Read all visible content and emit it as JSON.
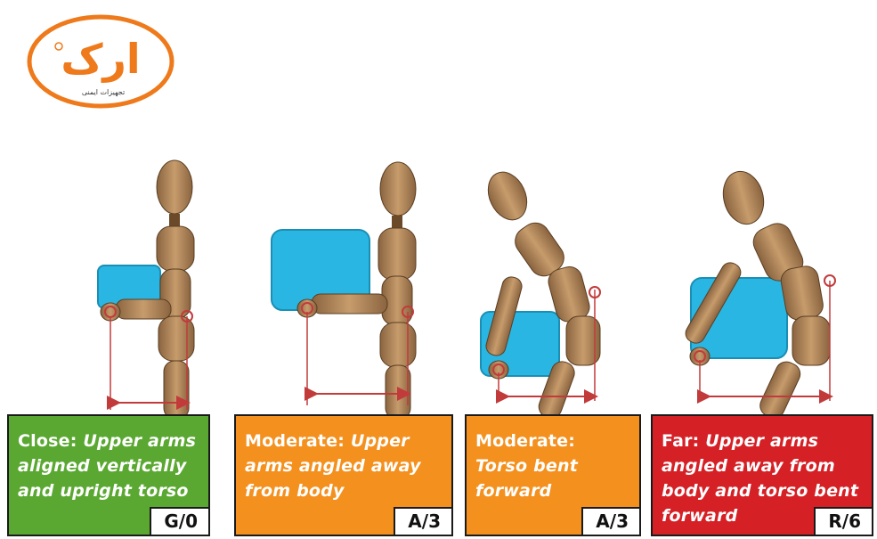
{
  "logo": {
    "text": "ارک",
    "subtext": "تجهیزات ایمنی",
    "color": "#ee7a1c"
  },
  "colors": {
    "green": "#5aa832",
    "orange": "#f4901e",
    "red": "#d52026",
    "box": "#2ab6e3",
    "mannequin": "#b88d5f",
    "measure": "#c23b3b"
  },
  "panels": [
    {
      "lead": "Close:",
      "desc": "Upper arms aligned vertically and upright torso",
      "code": "G/0",
      "color": "#5aa832"
    },
    {
      "lead": "Moderate:",
      "desc": "Upper arms angled away from body",
      "code": "A/3",
      "color": "#f4901e"
    },
    {
      "lead": "Moderate:",
      "desc": "Torso bent forward",
      "code": "A/3",
      "color": "#f4901e"
    },
    {
      "lead": "Far:",
      "desc": "Upper arms angled away from body and torso bent forward",
      "code": "R/6",
      "color": "#d52026"
    }
  ]
}
